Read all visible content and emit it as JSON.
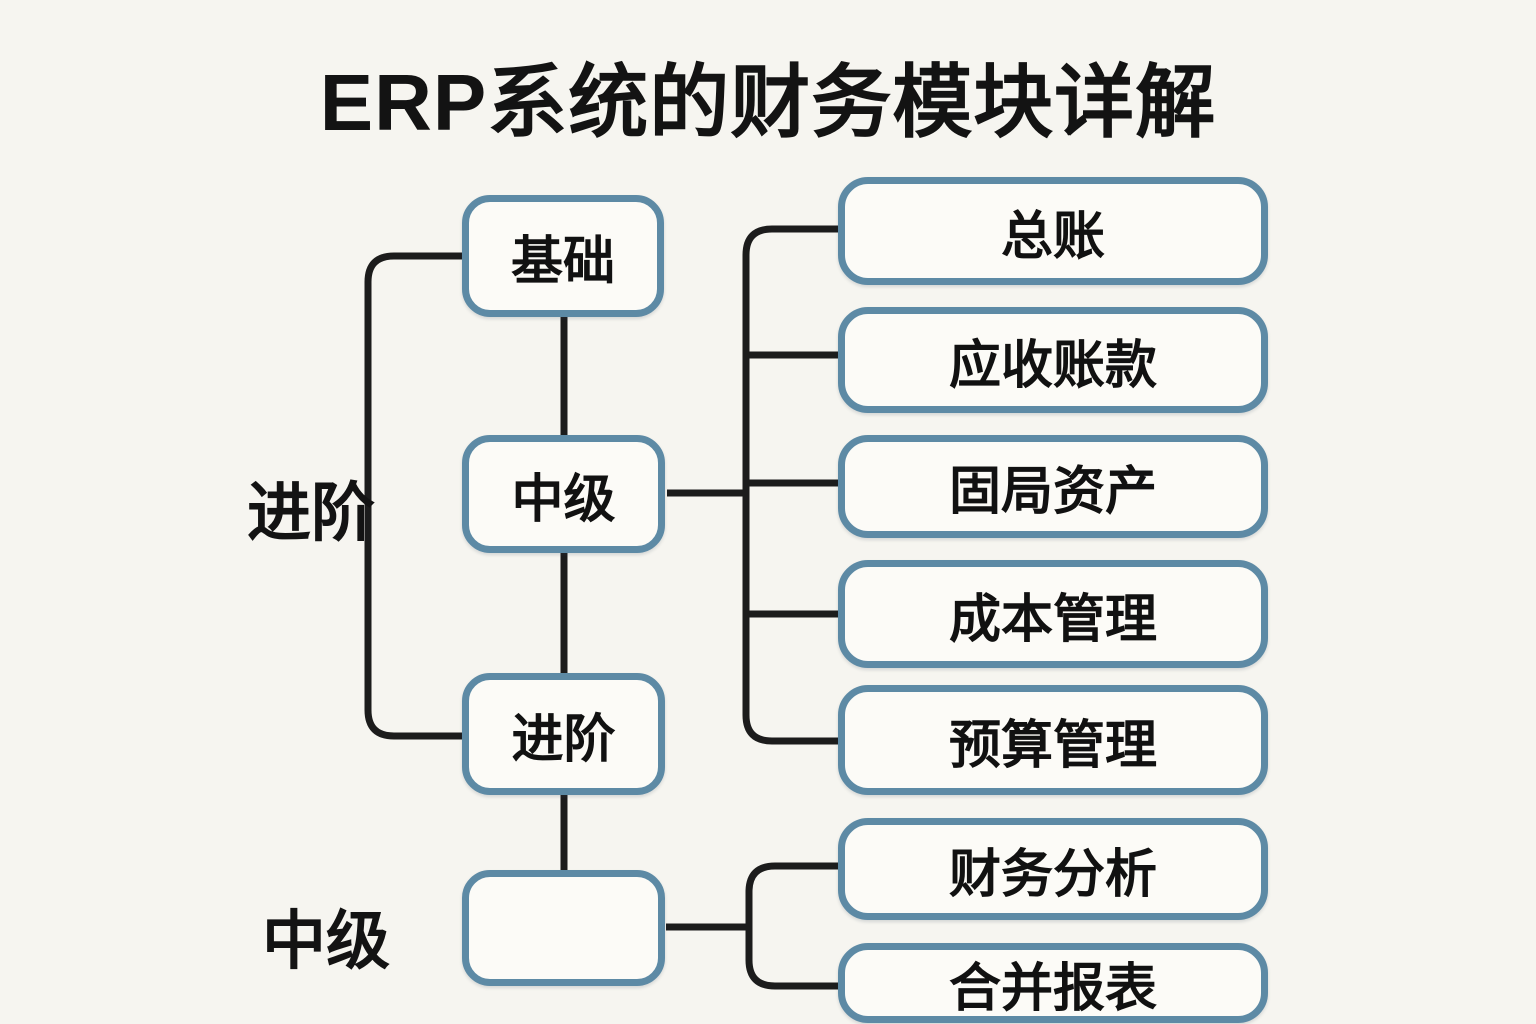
{
  "title": "ERP系统的财务模块详解",
  "colors": {
    "background": "#f6f5f0",
    "box_fill": "#fcfbf7",
    "box_border": "#5d8aa5",
    "connector": "#1c1c1c",
    "text": "#121212"
  },
  "side_labels": [
    {
      "label": "进阶"
    },
    {
      "label": "中级"
    }
  ],
  "levels": [
    {
      "label": "基础"
    },
    {
      "label": "中级"
    },
    {
      "label": "进阶"
    },
    {
      "label": ""
    }
  ],
  "modules": [
    {
      "label": "总账"
    },
    {
      "label": "应收账款"
    },
    {
      "label": "固局资产"
    },
    {
      "label": "成本管理"
    },
    {
      "label": "预算管理"
    },
    {
      "label": "财务分析"
    },
    {
      "label": "合并报表"
    }
  ]
}
